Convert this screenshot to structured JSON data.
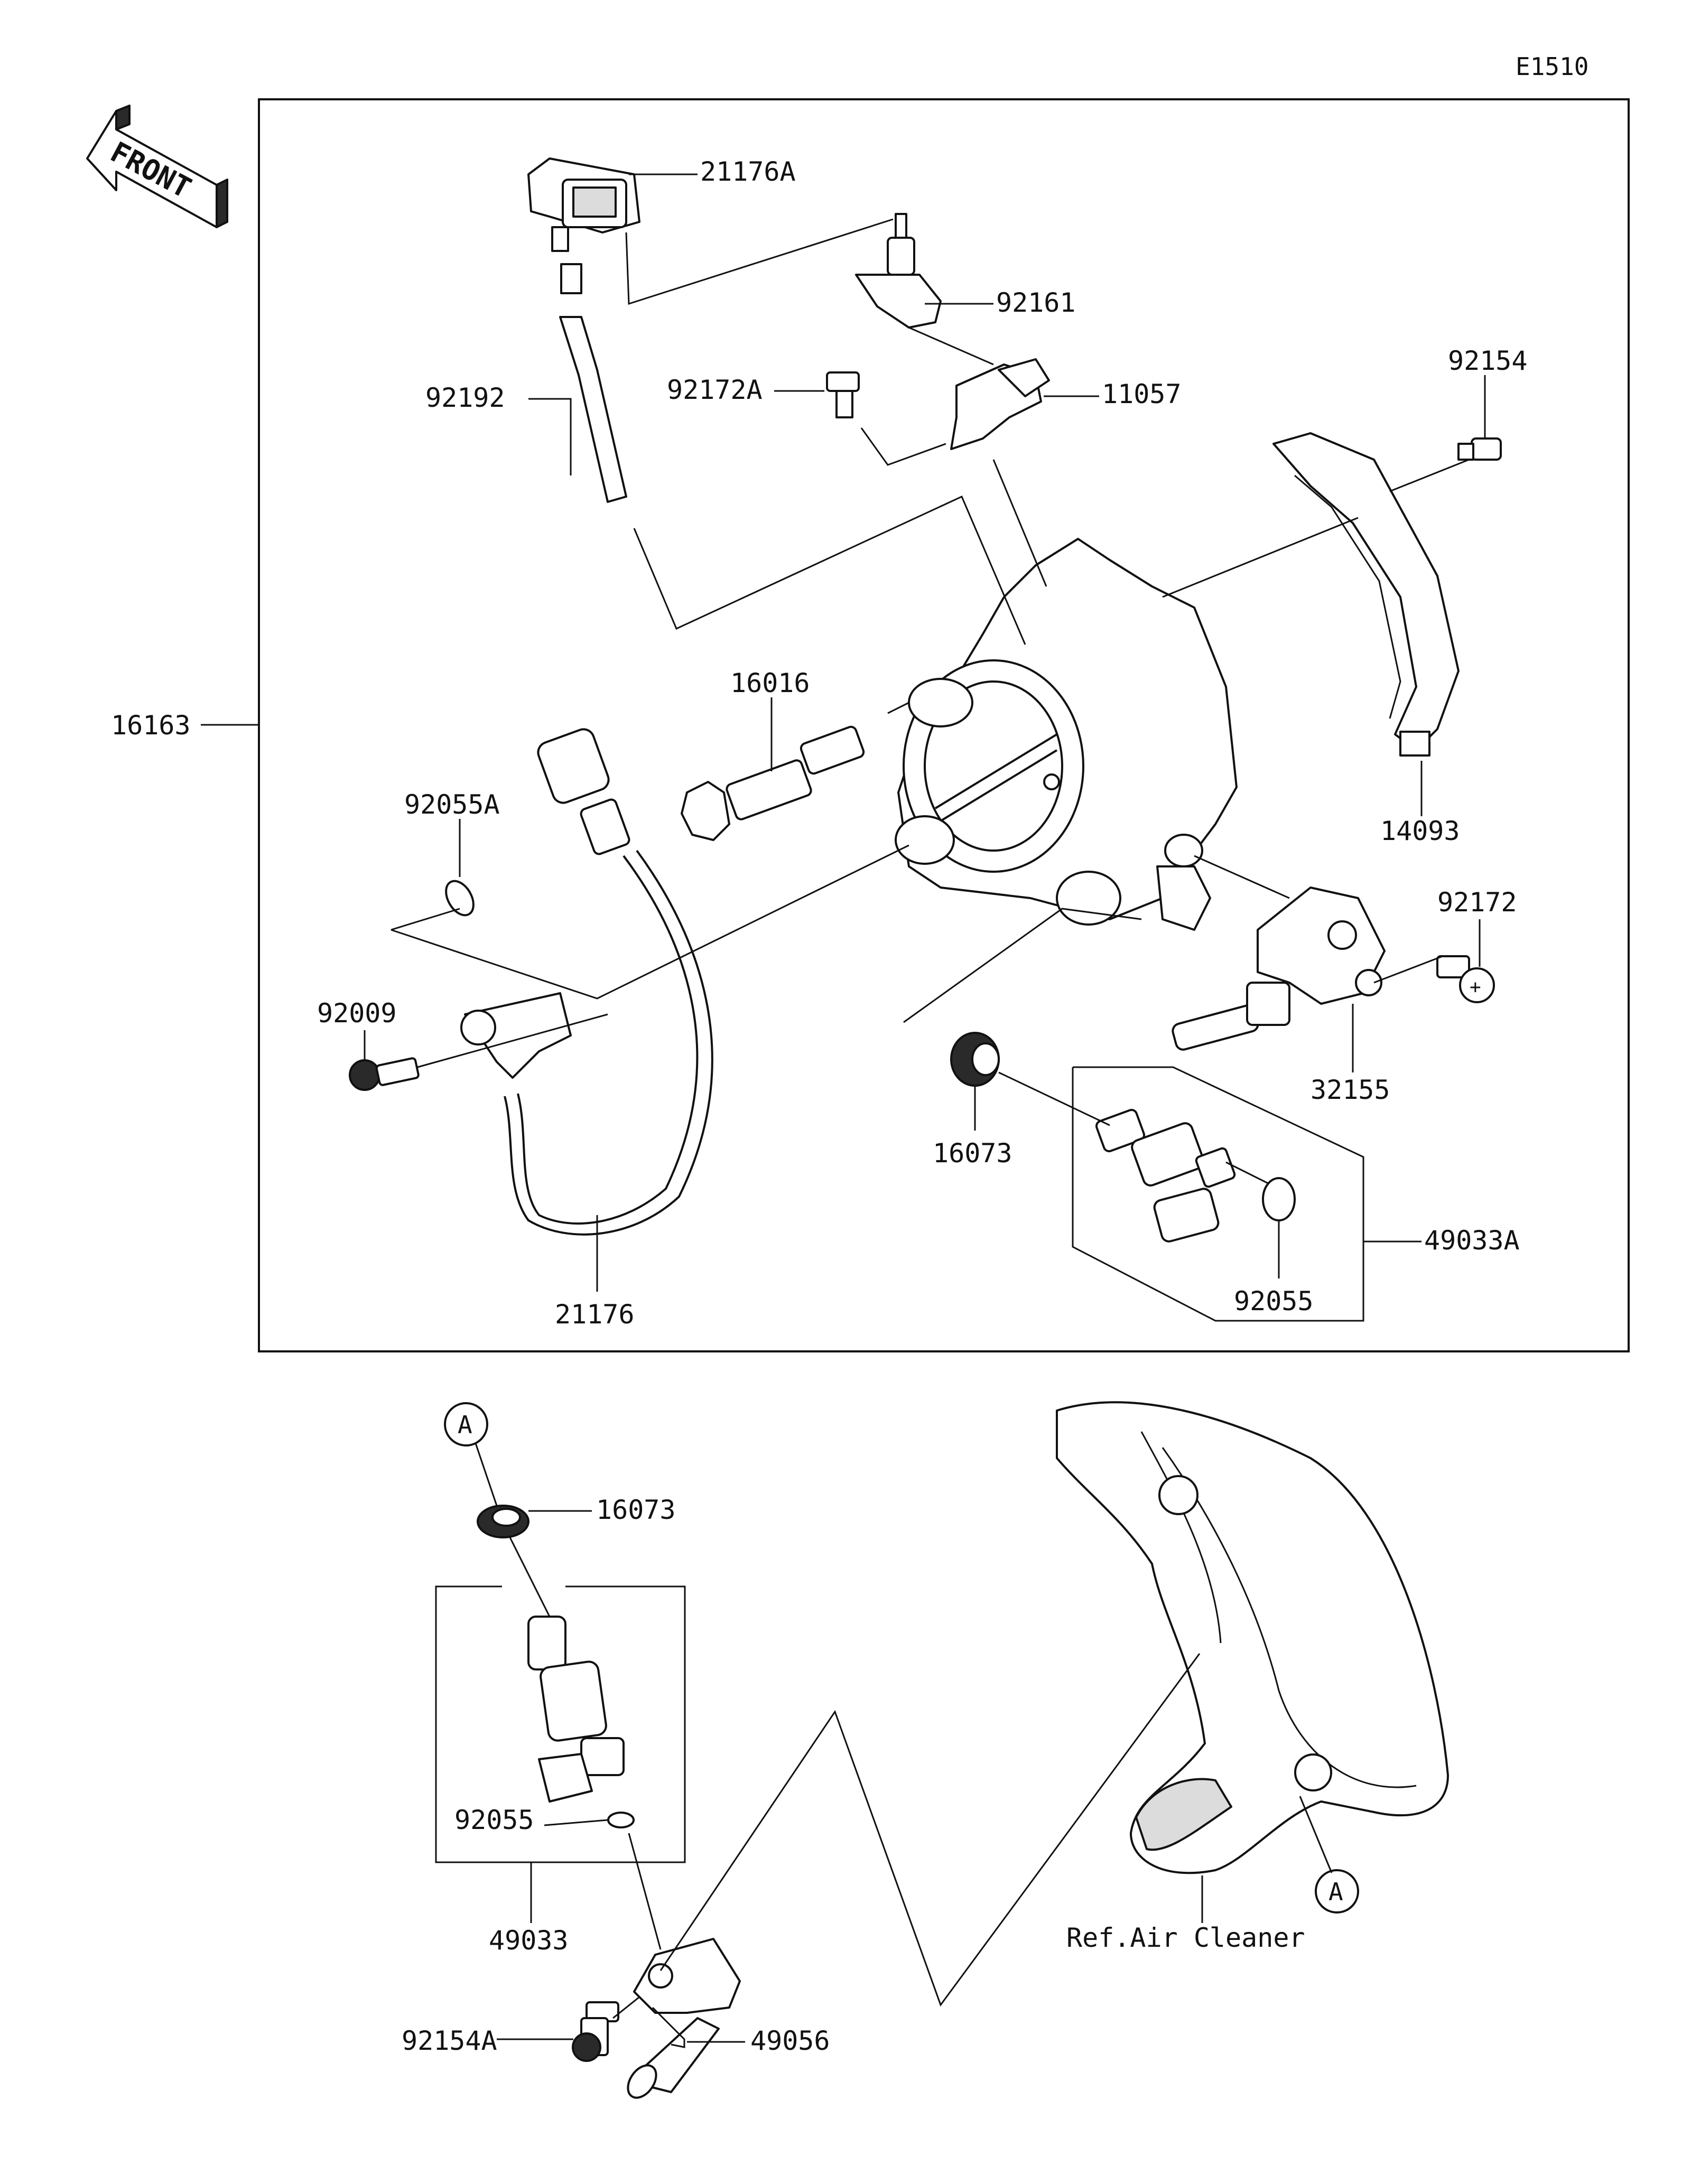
{
  "diagram_code": "E1510",
  "front_label": "FRONT",
  "ref_label": "Ref.Air Cleaner",
  "ref_marker": "A",
  "parts": {
    "p21176A": "21176A",
    "p92161": "92161",
    "p92154": "92154",
    "p92172A": "92172A",
    "p11057": "11057",
    "p92192": "92192",
    "p16016": "16016",
    "p16163": "16163",
    "p14093": "14093",
    "p92055A": "92055A",
    "p92172": "92172",
    "p92009": "92009",
    "p32155": "32155",
    "p16073": "16073",
    "p49033A": "49033A",
    "p92055": "92055",
    "p21176": "21176",
    "p16073_b": "16073",
    "p92055_b": "92055",
    "p49033": "49033",
    "p49056": "49056",
    "p92154A": "92154A"
  }
}
